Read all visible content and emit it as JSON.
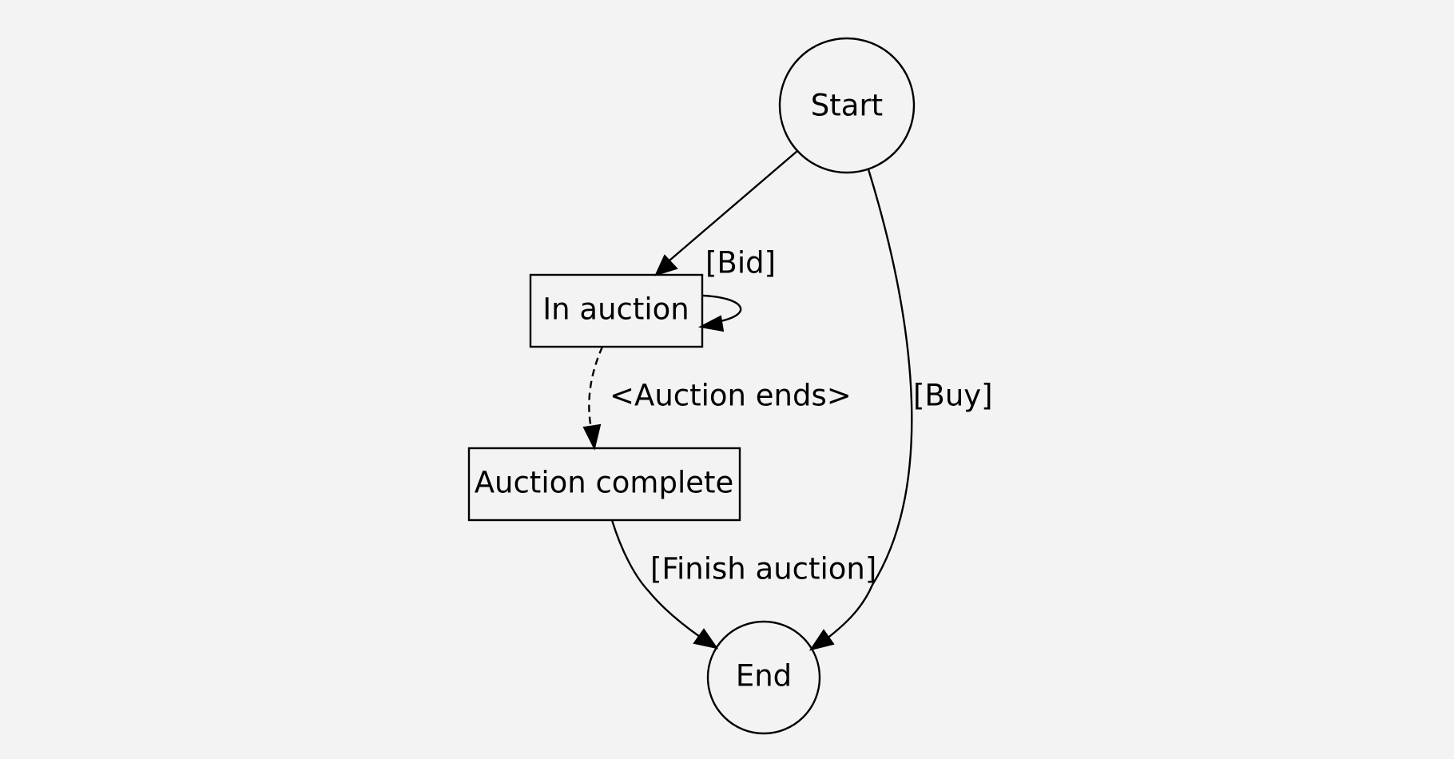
{
  "diagram": {
    "nodes": {
      "start": {
        "label": "Start",
        "shape": "circle"
      },
      "in_auction": {
        "label": "In auction",
        "shape": "rectangle"
      },
      "auction_complete": {
        "label": "Auction complete",
        "shape": "rectangle"
      },
      "end": {
        "label": "End",
        "shape": "circle"
      }
    },
    "edges": {
      "start_to_in_auction": {
        "label": "",
        "from": "Start",
        "to": "In auction",
        "style": "solid"
      },
      "bid_loop": {
        "label": "[Bid]",
        "from": "In auction",
        "to": "In auction",
        "style": "solid"
      },
      "auction_ends": {
        "label": "<Auction ends>",
        "from": "In auction",
        "to": "Auction complete",
        "style": "dashed"
      },
      "buy": {
        "label": "[Buy]",
        "from": "Start",
        "to": "End",
        "style": "solid"
      },
      "finish_auction": {
        "label": "[Finish auction]",
        "from": "Auction complete",
        "to": "End",
        "style": "solid"
      }
    }
  },
  "colors": {
    "background": "#f3f3f3",
    "stroke": "#000000",
    "text": "#000000"
  }
}
